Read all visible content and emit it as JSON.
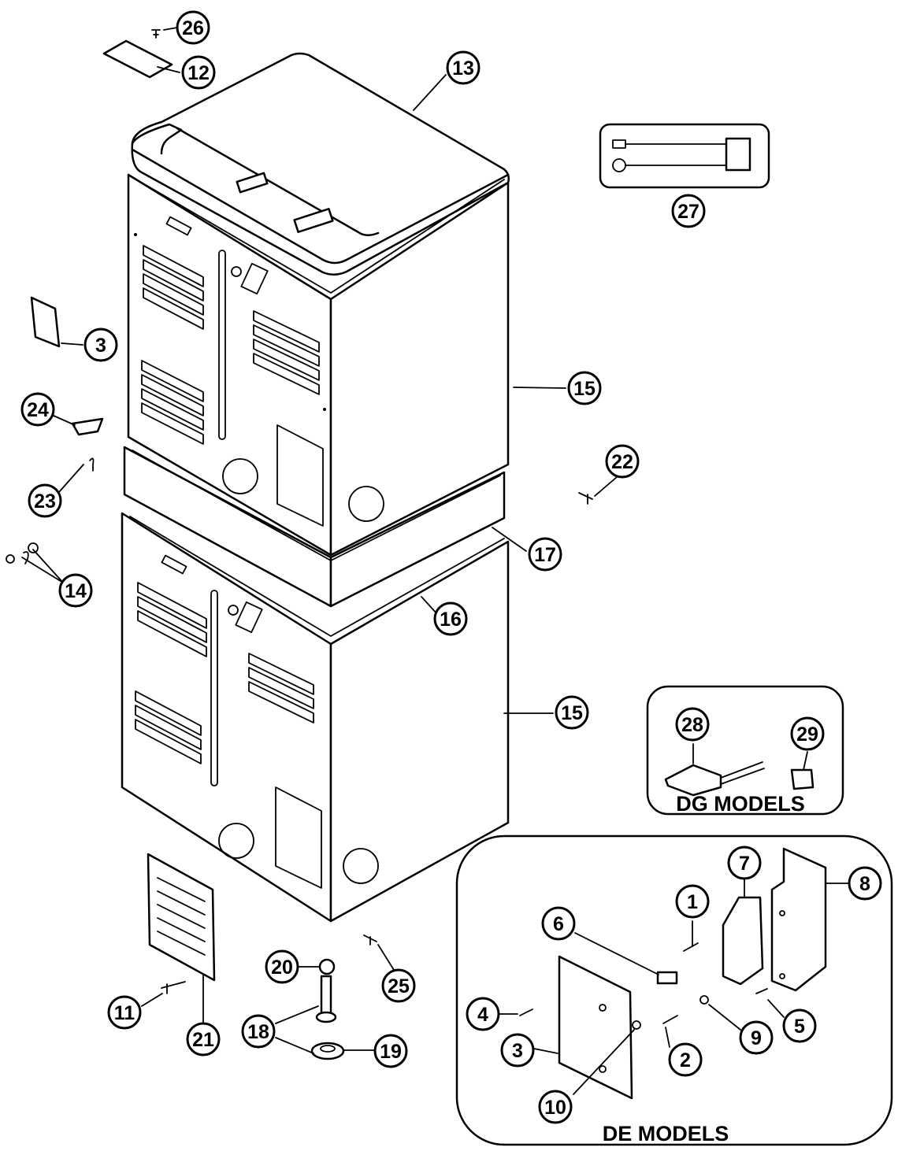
{
  "diagram": {
    "callouts": [
      {
        "id": "c26",
        "label": "26"
      },
      {
        "id": "c12",
        "label": "12"
      },
      {
        "id": "c13",
        "label": "13"
      },
      {
        "id": "c27",
        "label": "27"
      },
      {
        "id": "c3a",
        "label": "3"
      },
      {
        "id": "c15a",
        "label": "15"
      },
      {
        "id": "c24",
        "label": "24"
      },
      {
        "id": "c22",
        "label": "22"
      },
      {
        "id": "c23",
        "label": "23"
      },
      {
        "id": "c17",
        "label": "17"
      },
      {
        "id": "c14",
        "label": "14"
      },
      {
        "id": "c16",
        "label": "16"
      },
      {
        "id": "c15b",
        "label": "15"
      },
      {
        "id": "c28",
        "label": "28"
      },
      {
        "id": "c29",
        "label": "29"
      },
      {
        "id": "c7",
        "label": "7"
      },
      {
        "id": "c8",
        "label": "8"
      },
      {
        "id": "c1",
        "label": "1"
      },
      {
        "id": "c6",
        "label": "6"
      },
      {
        "id": "c20",
        "label": "20"
      },
      {
        "id": "c25",
        "label": "25"
      },
      {
        "id": "c11",
        "label": "11"
      },
      {
        "id": "c21",
        "label": "21"
      },
      {
        "id": "c18",
        "label": "18"
      },
      {
        "id": "c19",
        "label": "19"
      },
      {
        "id": "c4",
        "label": "4"
      },
      {
        "id": "c3b",
        "label": "3"
      },
      {
        "id": "c9",
        "label": "9"
      },
      {
        "id": "c5",
        "label": "5"
      },
      {
        "id": "c2",
        "label": "2"
      },
      {
        "id": "c10",
        "label": "10"
      }
    ],
    "groups": {
      "dg_label": "DG MODELS",
      "de_label": "DE MODELS"
    }
  }
}
